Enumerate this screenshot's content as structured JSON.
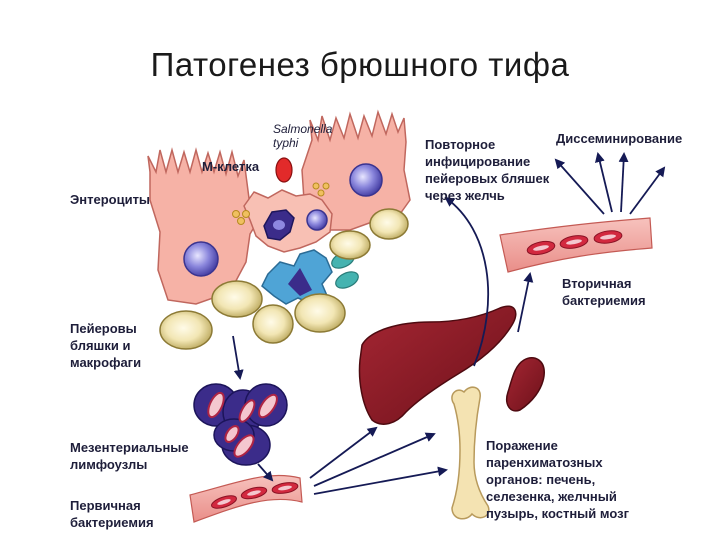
{
  "title": "Патогенез брюшного тифа",
  "labels": {
    "salmonella_line1": "Salmonella",
    "salmonella_line2": "typhi",
    "m_cell": "М-клетка",
    "enterocytes": "Энтероциты",
    "reinfection_line1": "Повторное",
    "reinfection_line2": "инфицирование",
    "reinfection_line3": "пейеровых бляшек",
    "reinfection_line4": "через желчь",
    "dissemination": "Диссеминирование",
    "secondary_line1": "Вторичная",
    "secondary_line2": "бактериемия",
    "peyer_line1": "Пейеровы",
    "peyer_line2": "бляшки и",
    "peyer_line3": "макрофаги",
    "mesenteric_line1": "Мезентериальные",
    "mesenteric_line2": "лимфоузлы",
    "primary_line1": "Первичная",
    "primary_line2": "бактериемия",
    "organs_line1": "Поражение",
    "organs_line2": "паренхиматозных",
    "organs_line3": "органов: печень,",
    "organs_line4": "селезенка, желчный",
    "organs_line5": "пузырь, костный мозг"
  },
  "colors": {
    "enterocyte": "#f6b2a6",
    "nucleus": "#6a66c8",
    "plaque_cell": "#d8c98a",
    "lymph_node": "#3b2c8a",
    "vessel": "#f2a5a0",
    "rbc": "#d2293f",
    "liver": "#8b1a24",
    "bone": "#f4e3b2",
    "arrow": "#151a55",
    "macrophage": "#4fa4d6",
    "teal_cell": "#45b3b0"
  }
}
